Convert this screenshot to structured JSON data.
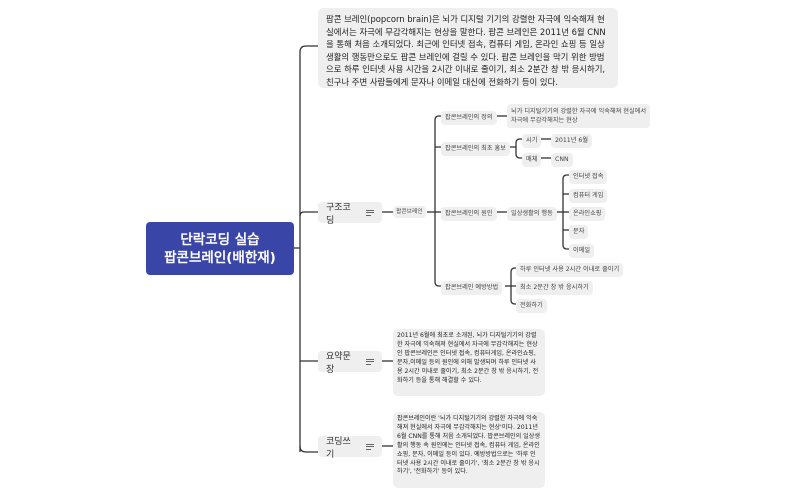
{
  "root": {
    "line1": "단락코딩 실습",
    "line2": "팝콘브레인(배한재)",
    "color": "#3a45a8"
  },
  "intro_paragraph": "팝콘 브레인(popcorn brain)은 뇌가 디지털 기기의 강렬한 자극에 익숙해져 현실에서는 자극에 무감각해지는 현상을 말한다. 팝콘 브레인은 2011년 6월 CNN을 통해 처음 소개되었다. 최근에 인터넷 접속, 컴퓨터 게임, 온라인 쇼핑 등 일상생활의 행동만으로도 팝콘 브레인에 걸릴 수 있다. 팝콘 브레인을 막기 위한 방법으로 하루 인터넷 사용 시간을 2시간 이내로 줄이기, 최소 2분간 창 밖 응시하기, 친구나 주변 사람들에게 문자나 이메일 대신에 전화하기 등이 있다.",
  "structure": {
    "label": "구조코딩",
    "icon": "note-icon",
    "center": "팝콘브레인",
    "branches": [
      {
        "label": "팝콘브레인의 정의",
        "leaf": "뇌가 디지털기기의 강렬한 자극에 익숙해져 현실에서",
        "leaf2": "자극에 무감각해지는 현상"
      },
      {
        "label": "팝콘브레인의 최초 홍보",
        "children": [
          {
            "label": "시기",
            "value": "2011년 6월"
          },
          {
            "label": "매체",
            "value": "CNN"
          }
        ]
      },
      {
        "label": "팝콘브레인의 원인",
        "sub": "일상생활의 행동",
        "items": [
          "인터넷 접속",
          "컴퓨터 게임",
          "온라인쇼핑",
          "문자",
          "이메일"
        ]
      },
      {
        "label": "팝콘브레인 예방방법",
        "items": [
          "하루 인터넷 사용 2시간 이내로 줄이기",
          "최소 2분간 창 밖 응시하기",
          "전화하기"
        ]
      }
    ]
  },
  "summary": {
    "label": "요약문장",
    "icon": "note-icon",
    "text": "2011년 6월에 최초로 소개된, 뇌가 디지털기기의 강렬한 자극에 익숙해져 현실에서 자극에 무감각해지는 현상인 팝콘브레인은 인터넷 접속, 컴퓨터게임, 온라인쇼핑,문자,이메일 등의 원인에 의해 발생되며 하루 인터넷 사용 2시간 이내로 줄이기, 최소 2분간 창 밖 응시하기, 전화하기 등을 통해 해결할 수 있다."
  },
  "coding": {
    "label": "코딩쓰기",
    "icon": "note-icon",
    "text": "팝콘브레인이란 '뇌가 디지털기기의 강렬한 자극에 익숙해져 현실에서 자극에 무감각해지는 현상'이다. 2011년 6월 CNN를 통해 처음 소개되었다. 팝콘브레인의 일상생활의 행동 속 원인에는 인터넷 접속, 컴퓨터 게임, 온라인 쇼핑, 문자, 이메일 등이 있다. 예방방법으로는 '하루 인터넷 사용 2시간 이내로 줄이기', '최소 2분간 창 밖 응시하기', '전화하기' 등이 있다."
  }
}
